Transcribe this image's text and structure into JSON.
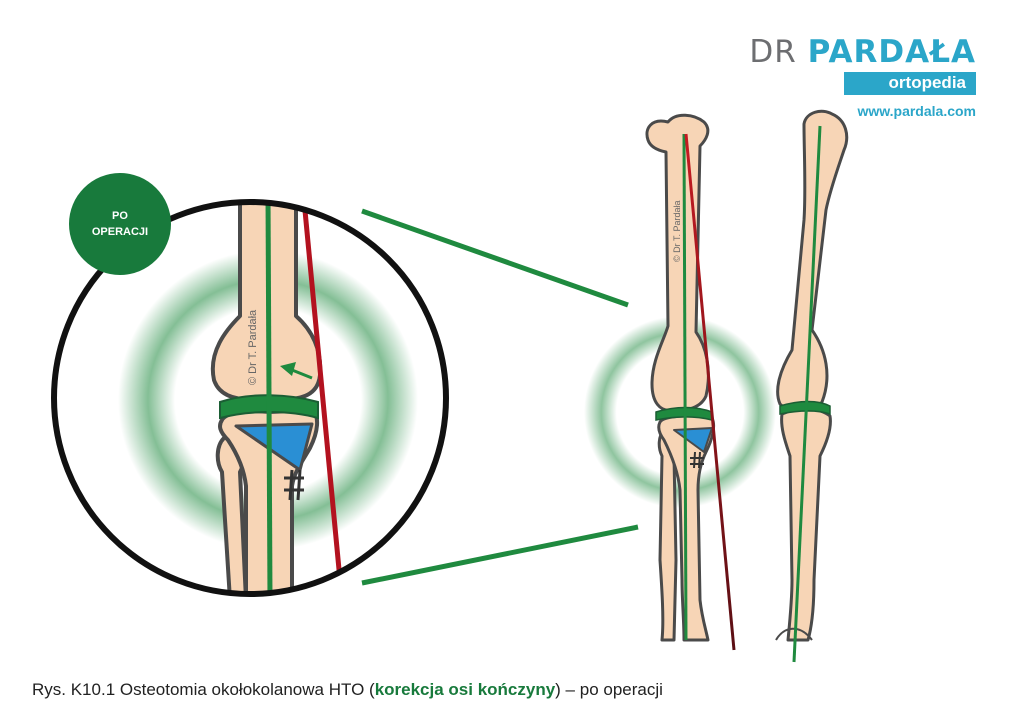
{
  "brand": {
    "prefix": "DR",
    "surname": "PARDAŁA",
    "tagline": "ortopedia",
    "url": "www.pardala.com"
  },
  "badge": {
    "line1": "PO",
    "line2": "OPERACJI"
  },
  "copyright": "© Dr T. Pardała",
  "caption": {
    "before": "Rys. K10.1 Osteotomia okołokolanowa HTO (",
    "highlight": "korekcja osi kończyny",
    "after": ") – po operacji"
  },
  "colors": {
    "bone_fill": "#f7d5b6",
    "bone_outline": "#4a4a4a",
    "axis_green": "#1f8a3f",
    "axis_red": "#b3121f",
    "wedge_blue": "#2a8fd4",
    "brand_teal": "#2ba6c9",
    "badge_green": "#187a3c"
  }
}
